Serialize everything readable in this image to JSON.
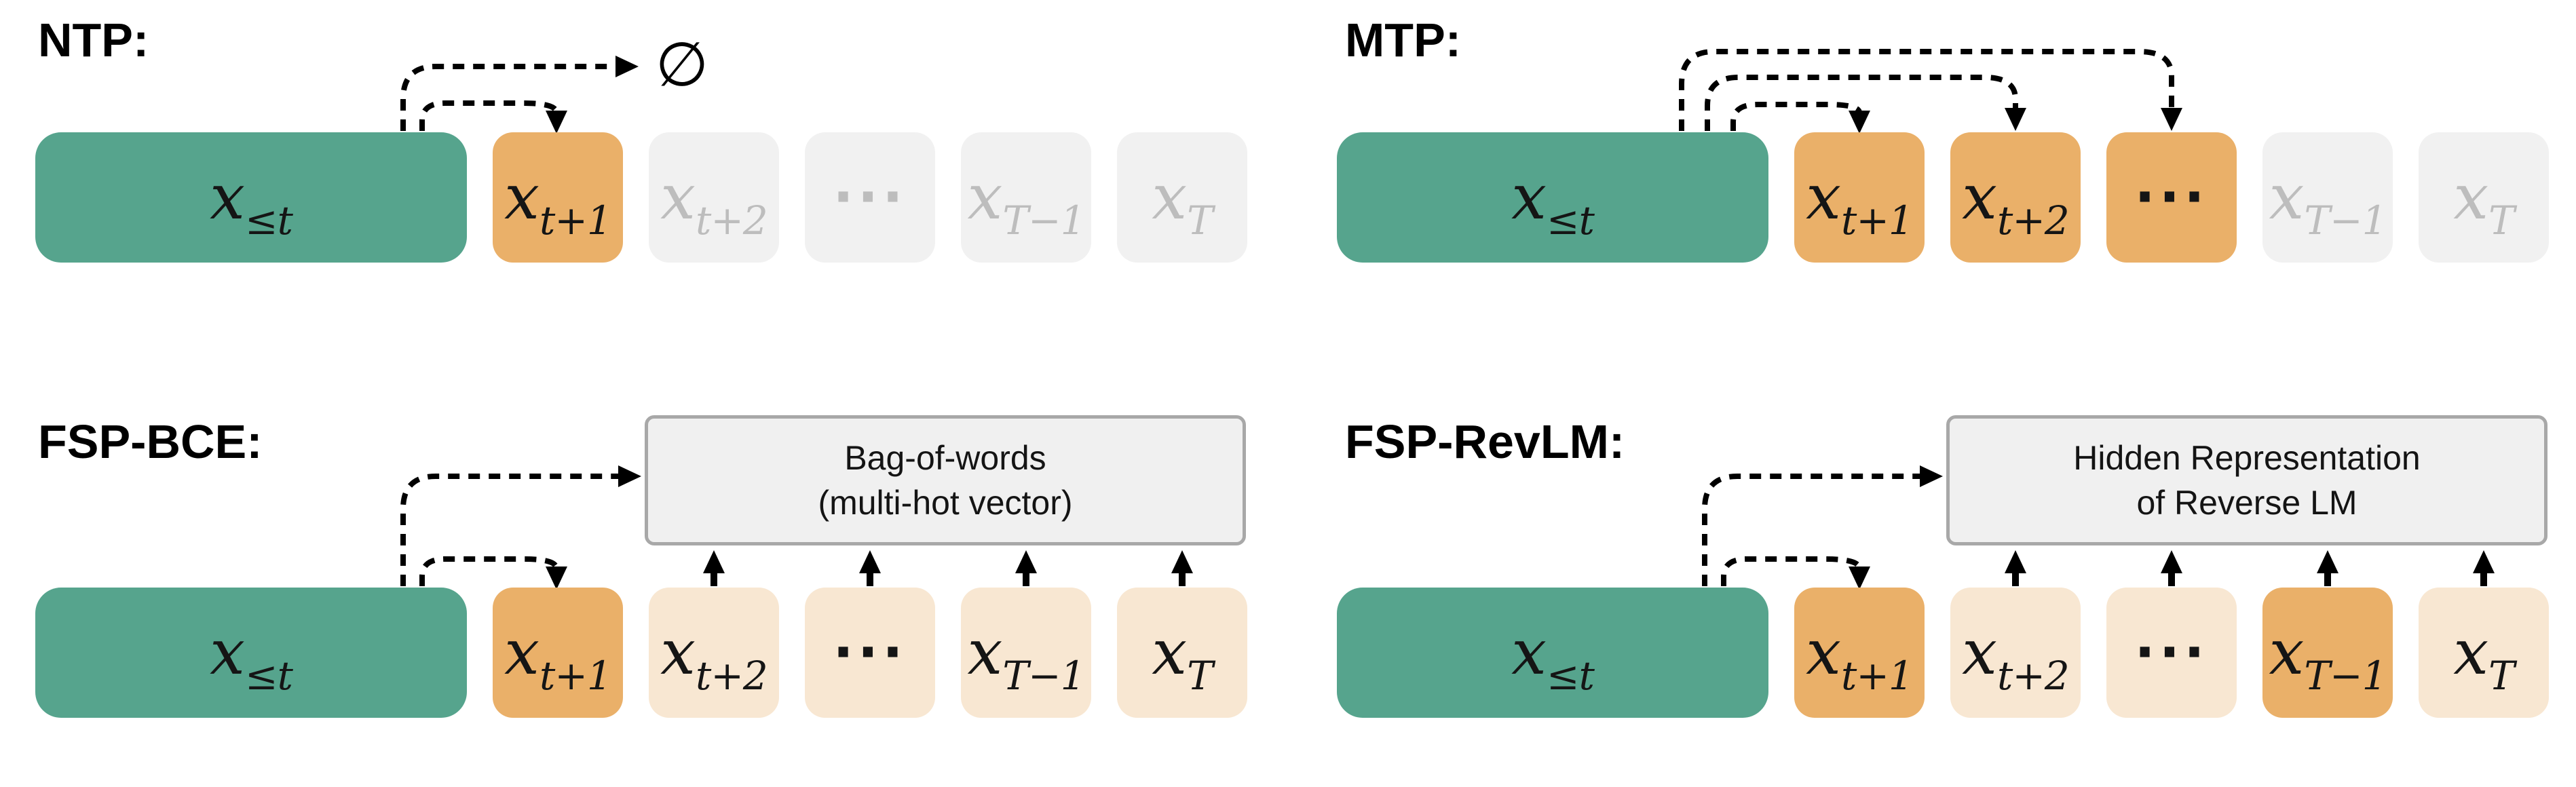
{
  "colors": {
    "context_green": "#56A48D",
    "target_orange": "#EAB069",
    "future_cream": "#F8E7D2",
    "faded_fill": "#F1F1F1",
    "faded_text": "#BDBDBD",
    "panel_fill": "#F0F0F0",
    "panel_border": "#A8A8A8",
    "arrow_black": "#000000"
  },
  "empty_set_symbol": "∅",
  "tokens": {
    "context": {
      "base": "x",
      "sub": "≤t"
    },
    "t1": {
      "base": "x",
      "sub": "t+1"
    },
    "t2": {
      "base": "x",
      "sub": "t+2"
    },
    "dots": {
      "dots": "···"
    },
    "Tm1": {
      "base": "x",
      "sub": "T−1"
    },
    "T": {
      "base": "x",
      "sub": "T"
    }
  },
  "quadrants": [
    {
      "id": "ntp",
      "label": "NTP:",
      "boxes": [
        {
          "token": "context",
          "variant": "context"
        },
        {
          "token": "t1",
          "variant": "target"
        },
        {
          "token": "t2",
          "variant": "faded"
        },
        {
          "token": "dots",
          "variant": "faded"
        },
        {
          "token": "Tm1",
          "variant": "faded"
        },
        {
          "token": "T",
          "variant": "faded"
        }
      ]
    },
    {
      "id": "mtp",
      "label": "MTP:",
      "boxes": [
        {
          "token": "context",
          "variant": "context"
        },
        {
          "token": "t1",
          "variant": "target"
        },
        {
          "token": "t2",
          "variant": "target"
        },
        {
          "token": "dots",
          "variant": "target"
        },
        {
          "token": "Tm1",
          "variant": "faded"
        },
        {
          "token": "T",
          "variant": "faded"
        }
      ]
    },
    {
      "id": "fsp-bce",
      "label": "FSP-BCE:",
      "panel": {
        "lines": [
          "Bag-of-words",
          "(multi-hot vector)"
        ]
      },
      "boxes": [
        {
          "token": "context",
          "variant": "context"
        },
        {
          "token": "t1",
          "variant": "target"
        },
        {
          "token": "t2",
          "variant": "future"
        },
        {
          "token": "dots",
          "variant": "future"
        },
        {
          "token": "Tm1",
          "variant": "future"
        },
        {
          "token": "T",
          "variant": "future"
        }
      ]
    },
    {
      "id": "fsp-revlm",
      "label": "FSP-RevLM:",
      "panel": {
        "lines": [
          "Hidden Representation",
          "of Reverse LM"
        ]
      },
      "boxes": [
        {
          "token": "context",
          "variant": "context"
        },
        {
          "token": "t1",
          "variant": "target"
        },
        {
          "token": "t2",
          "variant": "future"
        },
        {
          "token": "dots",
          "variant": "future"
        },
        {
          "token": "Tm1",
          "variant": "target"
        },
        {
          "token": "T",
          "variant": "future"
        }
      ]
    }
  ]
}
